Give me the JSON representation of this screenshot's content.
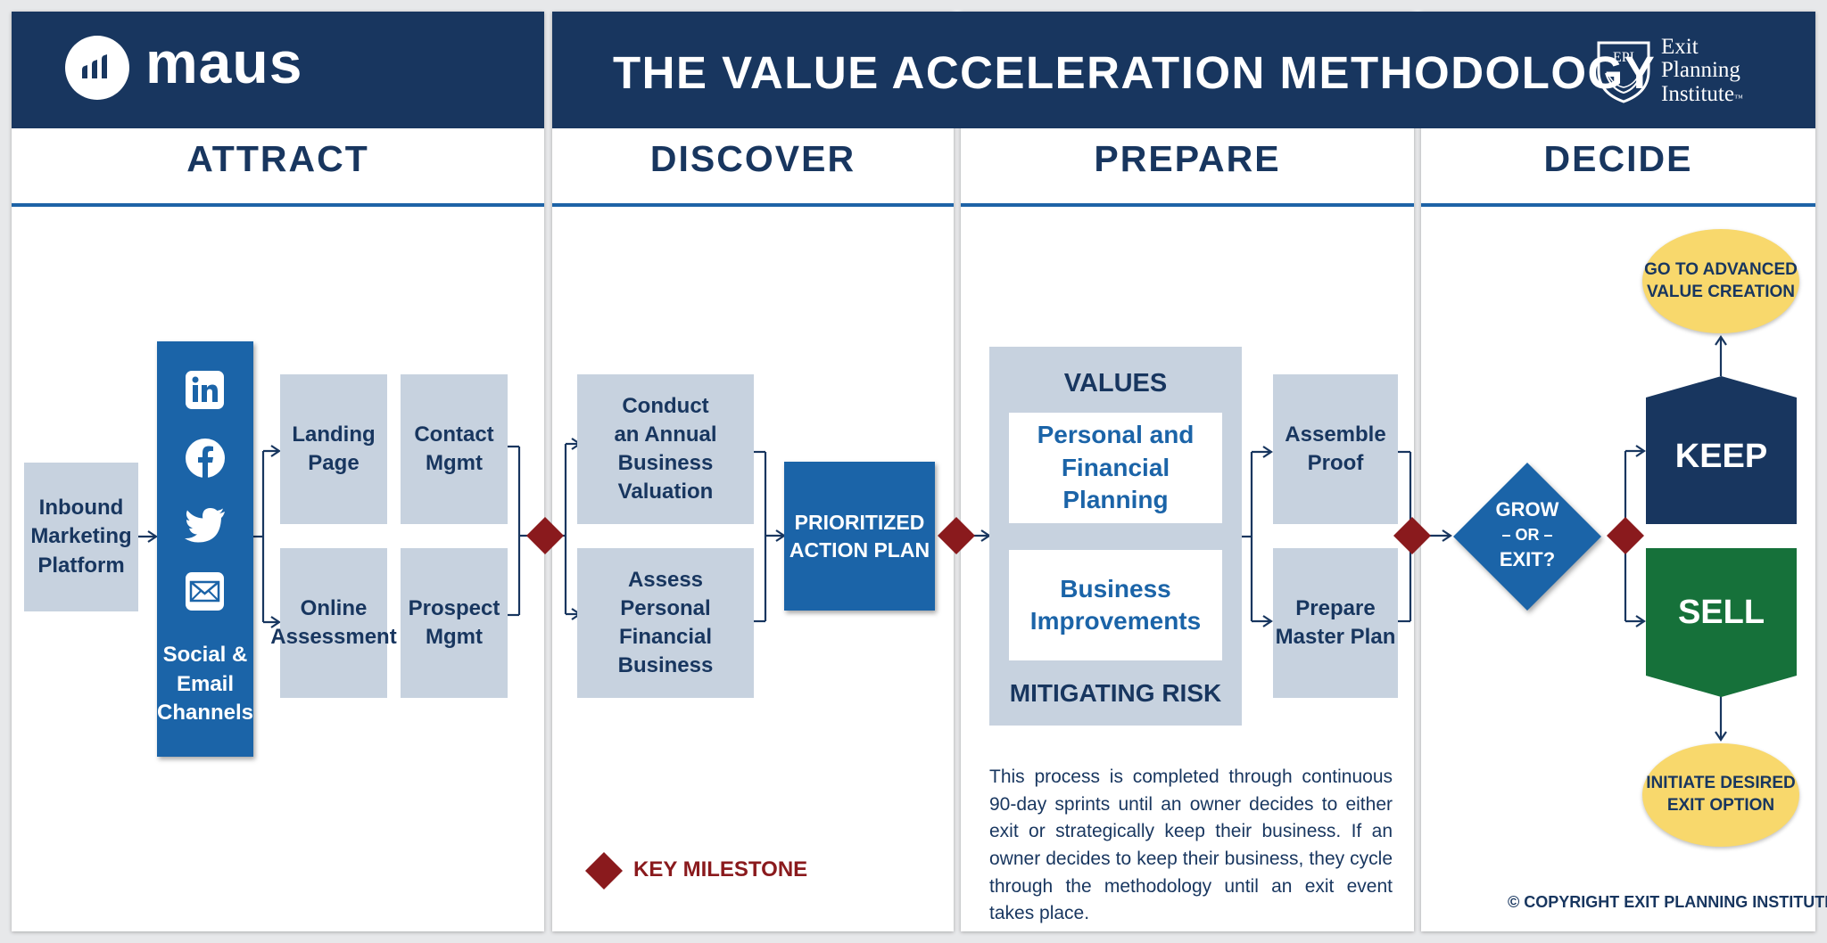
{
  "header": {
    "brand": "maus",
    "title": "THE VALUE ACCELERATION METHODOLOGY",
    "partner_line1": "Exit",
    "partner_line2": "Planning",
    "partner_line3": "Institute",
    "partner_tm": "™",
    "seal_text": "EPI"
  },
  "phases": {
    "attract": "ATTRACT",
    "discover": "DISCOVER",
    "prepare": "PREPARE",
    "decide": "DECIDE"
  },
  "attract": {
    "inbound": "Inbound\nMarketing\nPlatform",
    "social": "Social &\nEmail\nChannels",
    "icons": [
      "linkedin-icon",
      "facebook-icon",
      "twitter-icon",
      "email-icon"
    ],
    "landing_page": "Landing\nPage",
    "contact_mgmt": "Contact\nMgmt",
    "online_assessment": "Online\nAssessment",
    "prospect_mgmt": "Prospect\nMgmt"
  },
  "discover": {
    "valuation": "Conduct\nan Annual\nBusiness\nValuation",
    "assess": "Assess\nPersonal\nFinancial\nBusiness",
    "action_plan": "PRIORITIZED\nACTION PLAN",
    "legend": "KEY MILESTONE"
  },
  "prepare": {
    "values": "VALUES",
    "personal_financial": "Personal and\nFinancial Planning",
    "business_improvements": "Business\nImprovements",
    "mitigating_risk": "MITIGATING RISK",
    "assemble_proof": "Assemble\nProof",
    "master_plan": "Prepare\nMaster Plan",
    "description": "This process is completed through continuous 90-day sprints until an owner decides to either exit or strategically keep their business. If an owner decides to keep their business, they cycle through the methodology until an exit event takes place."
  },
  "decide": {
    "grow": "GROW",
    "or": "– OR –",
    "exit": "EXIT?",
    "keep": "KEEP",
    "sell": "SELL",
    "advanced": "GO TO ADVANCED\nVALUE CREATION",
    "initiate": "INITIATE DESIRED\nEXIT OPTION",
    "copyright": "© COPYRIGHT EXIT PLANNING INSTITUTE"
  },
  "colors": {
    "navy": "#18365f",
    "blue": "#1b64a8",
    "box_gray": "#c7d2df",
    "milestone_red": "#8a1a1d",
    "sell_green": "#16713a",
    "note_yellow": "#f8d86c"
  }
}
